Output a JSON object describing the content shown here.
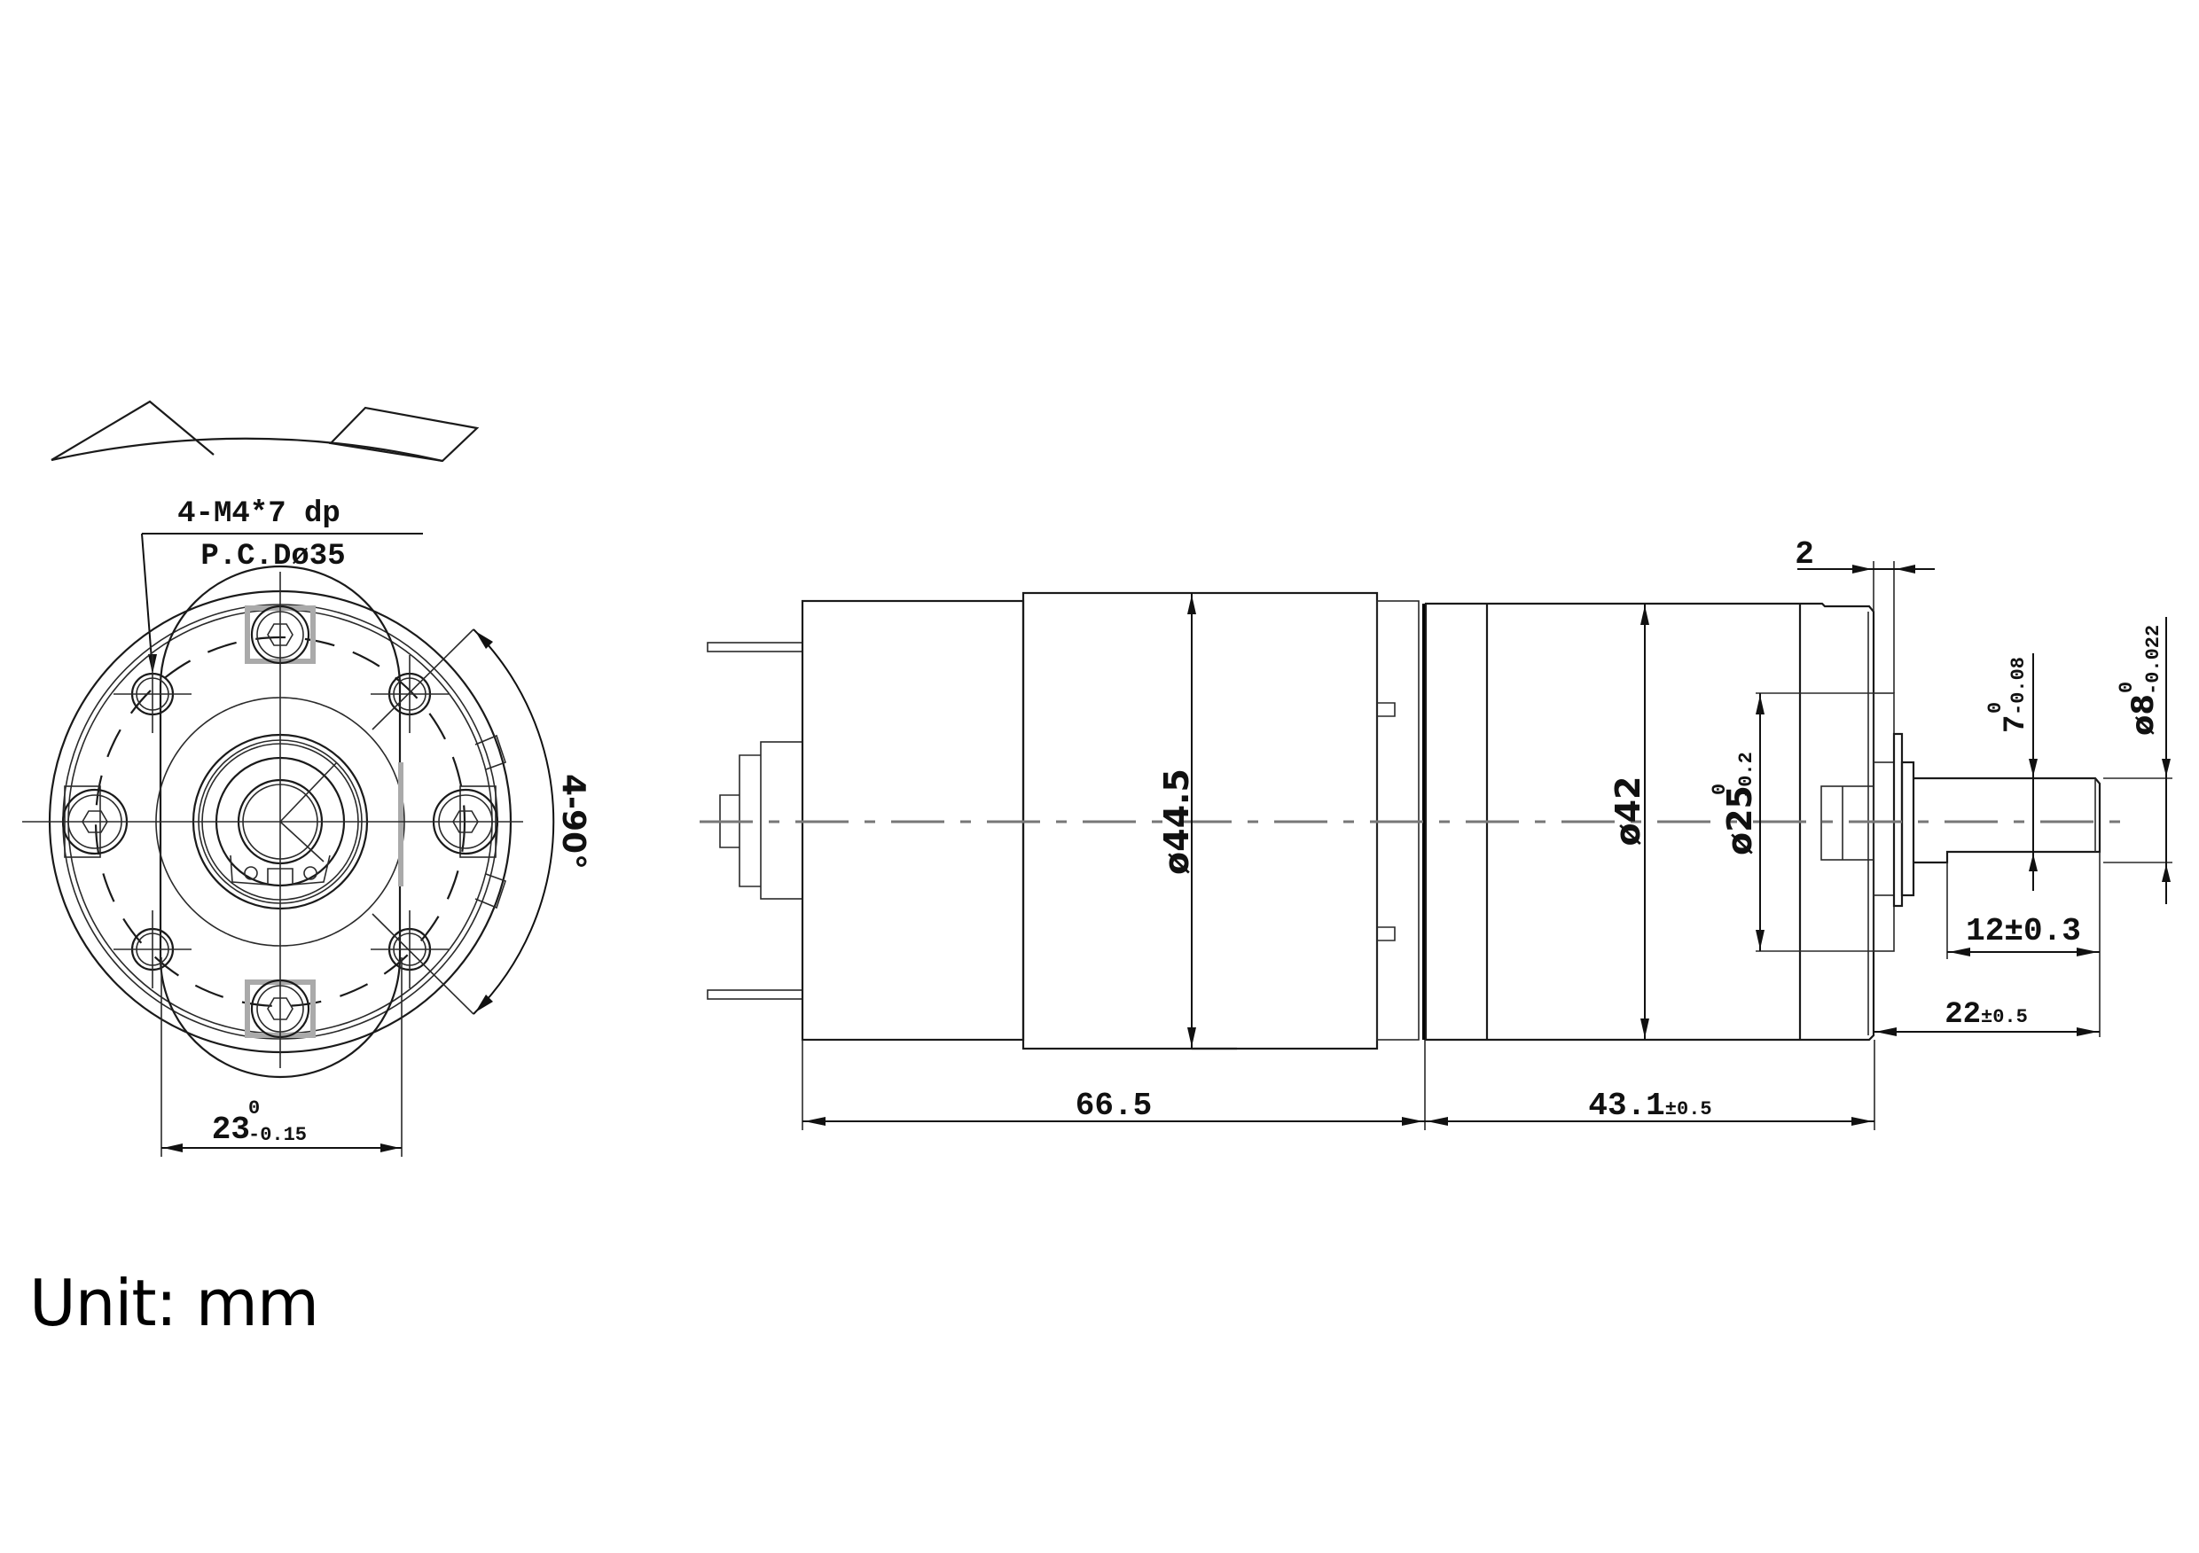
{
  "drawing": {
    "type": "DC planetary gear motor outline drawing",
    "unit_label": "Unit: mm",
    "front_view": {
      "thread_callout": "4-M4*7 dp",
      "pcd_callout": "P.C.Dø35",
      "angle_callout": "4-90°",
      "width_dim": {
        "value": "23",
        "upper_tol": "0",
        "lower_tol": "-0.15"
      }
    },
    "side_view": {
      "motor_diameter": {
        "prefix": "ø",
        "value": "44.5"
      },
      "gearbox_diameter": {
        "prefix": "ø",
        "value": "42"
      },
      "boss_diameter": {
        "prefix": "ø",
        "value": "25",
        "upper_tol": "0",
        "lower_tol": "-0.2"
      },
      "shaft_flat": {
        "value": "7",
        "upper_tol": "0",
        "lower_tol": "-0.08"
      },
      "shaft_diameter": {
        "prefix": "ø",
        "value": "8",
        "upper_tol": "0",
        "lower_tol": "-0.022"
      },
      "boss_length": {
        "value": "2"
      },
      "flat_length": {
        "value": "12",
        "tol": "±0.3"
      },
      "shaft_length": {
        "value": "22",
        "tol": "±0.5"
      },
      "motor_length": {
        "value": "66.5"
      },
      "gearbox_length": {
        "value": "43.1",
        "tol": "±0.5"
      }
    }
  }
}
